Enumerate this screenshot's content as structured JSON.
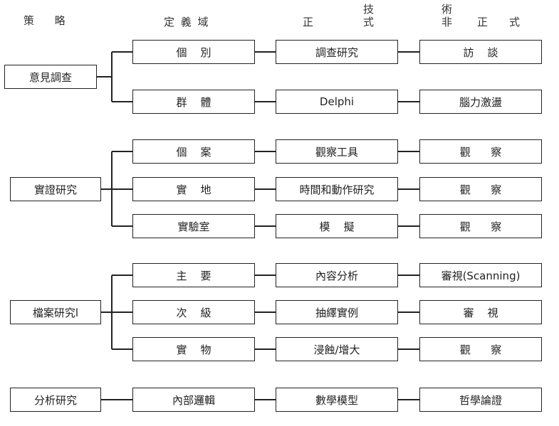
{
  "headers": {
    "strategy": "策      略",
    "domain": "定 義 域",
    "technique": "技",
    "art": "術",
    "formal_a": "正",
    "formal_b": "式",
    "informal_a": "非",
    "informal_b": "正",
    "informal_c": "式"
  },
  "groups": [
    {
      "strategy": "意見調查",
      "rows": [
        {
          "domain": "個    別",
          "formal": "調查研究",
          "informal": "訪    談"
        },
        {
          "domain": "群    體",
          "formal": "Delphi",
          "informal": "腦力激盪"
        }
      ]
    },
    {
      "strategy": "實證研究",
      "rows": [
        {
          "domain": "個    案",
          "formal": "觀察工具",
          "informal": "觀      察"
        },
        {
          "domain": "實    地",
          "formal": "時間和動作研究",
          "informal": "觀      察"
        },
        {
          "domain": "實驗室",
          "formal": "模    擬",
          "informal": "觀      察"
        }
      ]
    },
    {
      "strategy": "檔案研究l",
      "rows": [
        {
          "domain": "主    要",
          "formal": "內容分析",
          "informal": "審視(Scanning)"
        },
        {
          "domain": "次    級",
          "formal": "抽繹實例",
          "informal": "審    視"
        },
        {
          "domain": "實    物",
          "formal": "浸蝕/增大",
          "informal": "觀      察"
        }
      ]
    },
    {
      "strategy": "分析研究",
      "rows": [
        {
          "domain": "內部邏輯",
          "formal": "數學模型",
          "informal": "哲學論證"
        }
      ]
    }
  ]
}
